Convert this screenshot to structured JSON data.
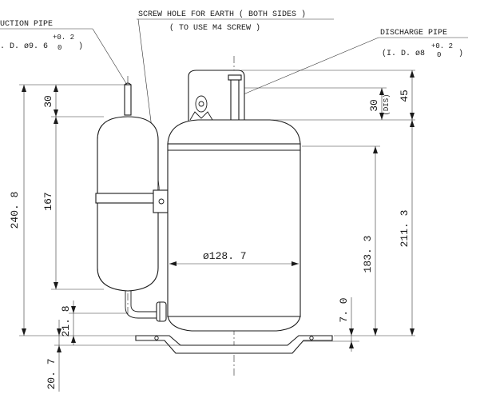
{
  "labels": {
    "suction_pipe": "UCTION PIPE",
    "suction_spec": ". D. ø9. 6",
    "suction_tol_upper": "+0. 2",
    "suction_tol_lower": "0",
    "suction_paren": ")",
    "screw_hole_line1": "SCREW HOLE FOR EARTH ( BOTH SIDES )",
    "screw_hole_line2": "( TO USE M4 SCREW )",
    "discharge_pipe": "DISCHARGE PIPE",
    "discharge_spec": "(I. D. ø8",
    "discharge_tol_upper": "+0. 2",
    "discharge_tol_lower": "0",
    "discharge_paren": ")"
  },
  "dimensions": {
    "overall_height": "240. 8",
    "suction_top": "30",
    "accumulator_height": "167",
    "suction_connection_height": "21. 8",
    "base_height": "20. 7",
    "diameter": "ø128. 7",
    "discharge_top": "30",
    "discharge_note": "(DIS)",
    "top_height": "45",
    "body_height": "183. 3",
    "total_height": "211. 3",
    "base_offset": "7. 0"
  }
}
